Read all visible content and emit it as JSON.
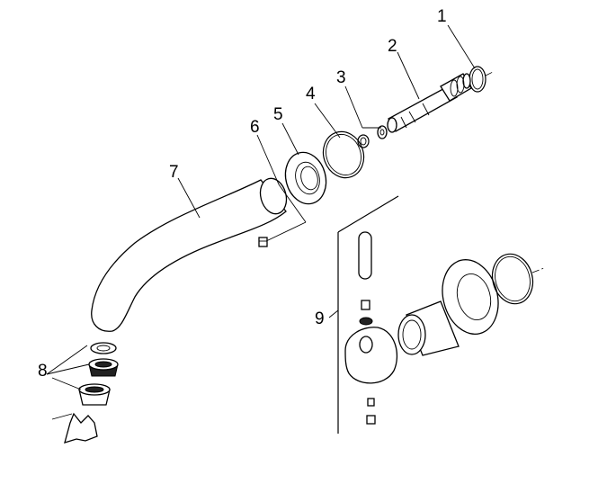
{
  "parts": [
    {
      "label": "1",
      "name": "o-ring"
    },
    {
      "label": "2",
      "name": "shaft"
    },
    {
      "label": "3",
      "name": "washer-pair"
    },
    {
      "label": "4",
      "name": "large-o-ring"
    },
    {
      "label": "5",
      "name": "flange"
    },
    {
      "label": "6",
      "name": "set-screw"
    },
    {
      "label": "7",
      "name": "spout"
    },
    {
      "label": "8",
      "name": "aerator-assembly"
    },
    {
      "label": "9",
      "name": "handle-assembly"
    }
  ]
}
